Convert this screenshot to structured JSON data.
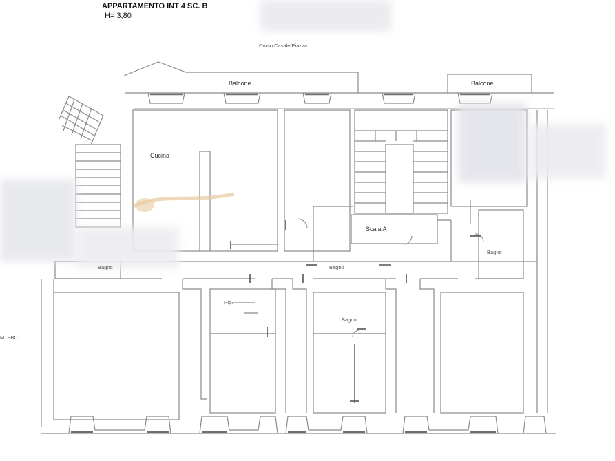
{
  "header": {
    "line1": "APPARTAMENTO INT 4 SC. B",
    "line2": "H= 3,80"
  },
  "street": "Corso Casale/Piazza",
  "rooms": {
    "balcone_left": "Balcone",
    "balcone_right": "Balcone",
    "cucina": "Cucina",
    "scala": "Scala A",
    "bagno_right": "Bagno",
    "bagno_center": "Bagno",
    "bagno_left": "Bagno",
    "rip": "Rip.",
    "bagno_small": "Bagno"
  },
  "edge_label": "M. SBC",
  "colors": {
    "wall": "#8a8a8a",
    "wall_light": "#b5b5b5",
    "window": "#6f6f6f",
    "watermark": "#c9cbd6"
  }
}
